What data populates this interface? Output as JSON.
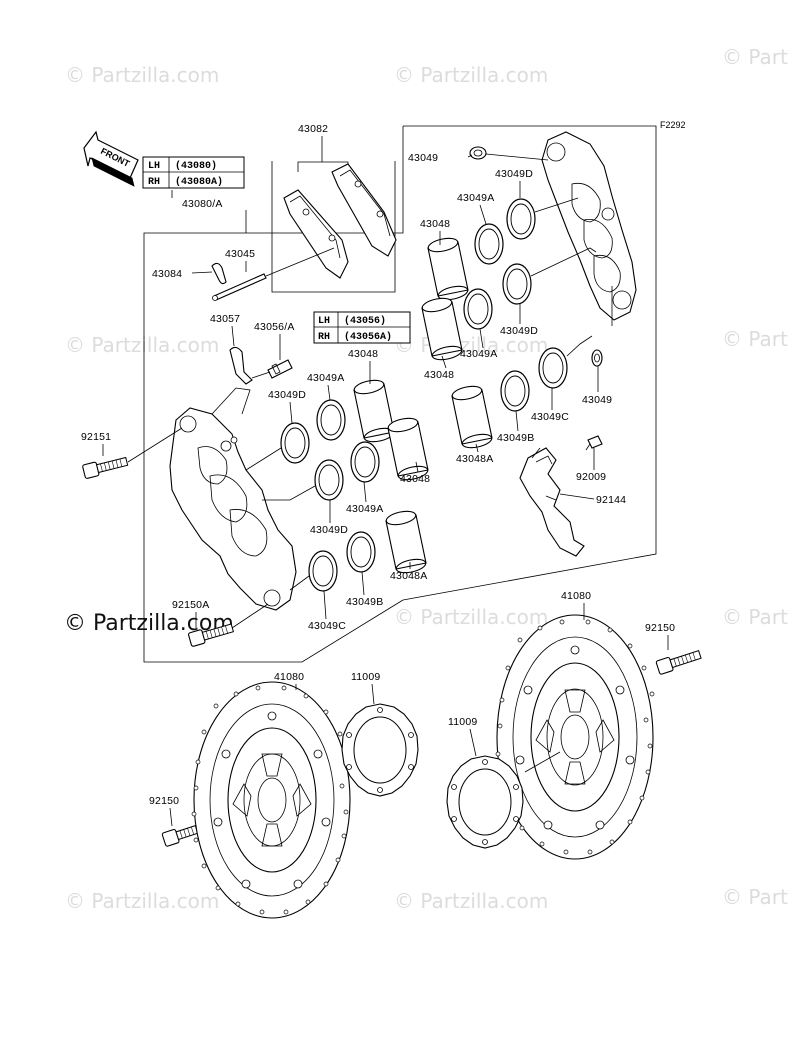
{
  "watermarks": {
    "text": "© Partzilla.com",
    "clipped_text": "© Part",
    "prominent_text": "© Partzilla.com"
  },
  "figure_id": "F2292",
  "front_label": "FRONT",
  "caliper_table": {
    "lh": "LH",
    "lh_code": "(43080)",
    "rh": "RH",
    "rh_code": "(43080A)"
  },
  "valve_table": {
    "lh": "LH",
    "lh_code": "(43056)",
    "rh": "RH",
    "rh_code": "(43056A)"
  },
  "parts": {
    "p43082": "43082",
    "p43080A": "43080/A",
    "p43045": "43045",
    "p43084": "43084",
    "p43057": "43057",
    "p43056A": "43056/A",
    "p92151": "92151",
    "p92150A": "92150A",
    "p43049_top": "43049",
    "p43049D_1": "43049D",
    "p43049A_1": "43049A",
    "p43048_1": "43048",
    "p43049D_2": "43049D",
    "p43049A_2": "43049A",
    "p43048_2": "43048",
    "p43049_r": "43049",
    "p43049C_r": "43049C",
    "p43049B_r": "43049B",
    "p43048A_r": "43048A",
    "p92009": "92009",
    "p92144": "92144",
    "p43048_3": "43048",
    "p43049A_3": "43049A",
    "p43049D_3": "43049D",
    "p43048_4": "43048",
    "p43049A_4": "43049A",
    "p43049D_4": "43049D",
    "p43048A_l": "43048A",
    "p43049B_l": "43049B",
    "p43049C_l": "43049C",
    "p41080_r": "41080",
    "p92150_r": "92150",
    "p41080_l": "41080",
    "p11009_l": "11009",
    "p11009_r": "11009",
    "p92150_l": "92150"
  }
}
